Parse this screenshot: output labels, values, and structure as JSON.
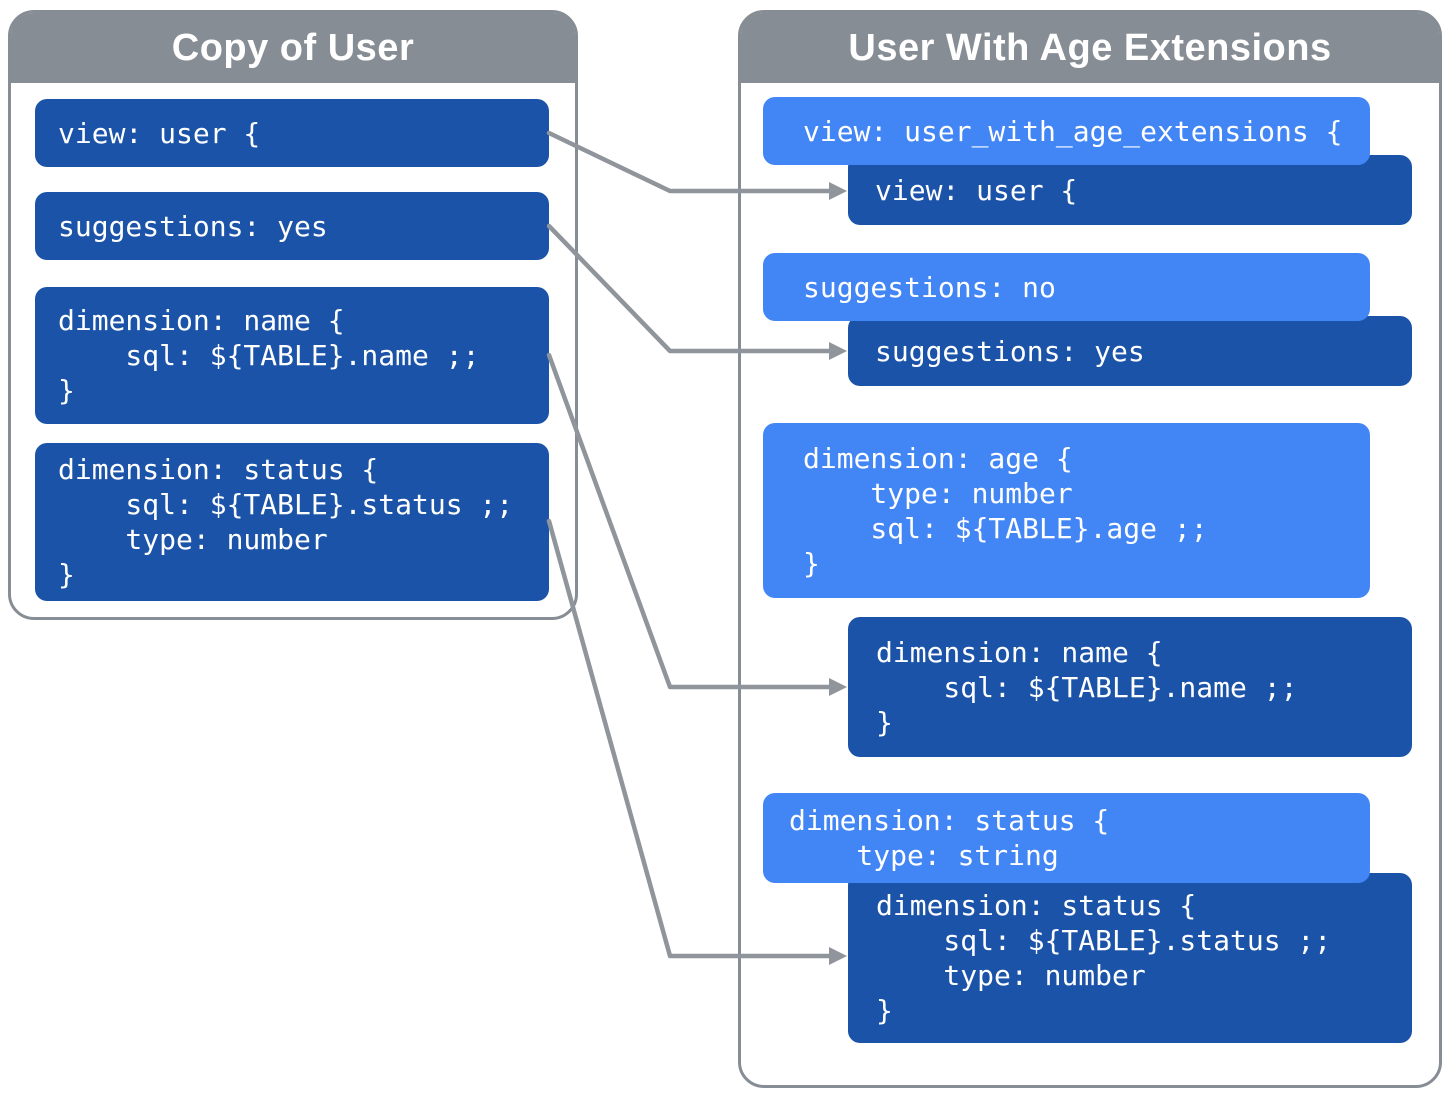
{
  "left_panel": {
    "title": "Copy of User",
    "boxes": [
      {
        "name": "view-user",
        "variant": "dark",
        "code": [
          "view: user {"
        ]
      },
      {
        "name": "suggestions-yes",
        "variant": "dark",
        "code": [
          "suggestions: yes"
        ]
      },
      {
        "name": "dimension-name",
        "variant": "dark",
        "code": [
          "dimension: name {",
          "    sql: ${TABLE}.name ;;",
          "}"
        ]
      },
      {
        "name": "dimension-status",
        "variant": "dark",
        "code": [
          "dimension: status {",
          "    sql: ${TABLE}.status ;;",
          "    type: number",
          "}"
        ]
      }
    ]
  },
  "right_panel": {
    "title": "User With Age Extensions",
    "boxes": [
      {
        "name": "view-extended",
        "variant": "light",
        "code": [
          "view: user_with_age_extensions {"
        ]
      },
      {
        "name": "view-inherited",
        "variant": "dark",
        "code": [
          "view: user {"
        ]
      },
      {
        "name": "suggestions-override",
        "variant": "light",
        "code": [
          "suggestions: no"
        ]
      },
      {
        "name": "suggestions-inherited",
        "variant": "dark",
        "code": [
          "suggestions: yes"
        ]
      },
      {
        "name": "dimension-age",
        "variant": "light",
        "code": [
          "dimension: age {",
          "    type: number",
          "    sql: ${TABLE}.age ;;",
          "}"
        ]
      },
      {
        "name": "dimension-name-inherited",
        "variant": "dark",
        "code": [
          "dimension: name {",
          "    sql: ${TABLE}.name ;;",
          "}"
        ]
      },
      {
        "name": "dimension-status-override",
        "variant": "light",
        "code": [
          "dimension: status {",
          "    type: string"
        ]
      },
      {
        "name": "dimension-status-inherited",
        "variant": "dark",
        "code": [
          "dimension: status {",
          "    sql: ${TABLE}.status ;;",
          "    type: number",
          "}"
        ]
      }
    ]
  },
  "arrows": [
    {
      "from": "left.view-user",
      "to": "right.view-inherited"
    },
    {
      "from": "left.suggestions-yes",
      "to": "right.suggestions-inherited"
    },
    {
      "from": "left.dimension-name",
      "to": "right.dimension-name-inherited"
    },
    {
      "from": "left.dimension-status",
      "to": "right.dimension-status-inherited"
    }
  ],
  "colors": {
    "dark_blue": "#1B53A8",
    "light_blue": "#4285F4",
    "gray": "#878D94",
    "arrow_gray": "#8F959B",
    "code_text": "#FFFFFF"
  }
}
